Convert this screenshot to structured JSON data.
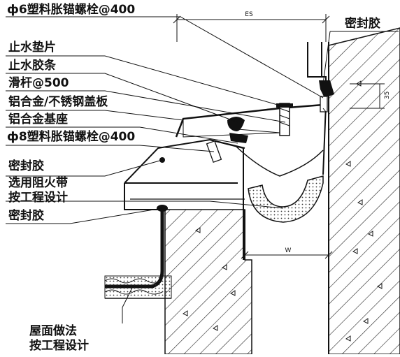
{
  "labels": {
    "anchor_bolt_6": "ф6塑料胀锚螺栓@400",
    "waterstop_gasket": "止水垫片",
    "waterstop_strip": "止水胶条",
    "slide_bar": "滑杆@500",
    "cover_plate": "铝合金/不锈钢盖板",
    "base_seat": "铝合金基座",
    "anchor_bolt_8": "ф8塑料胀锚螺栓@400",
    "sealant_left_upper": "密封胶",
    "fire_belt_line1": "选用阻火带",
    "fire_belt_line2": "按工程设计",
    "sealant_left_lower": "密封胶",
    "roof_line1": "屋面做法",
    "roof_line2": "按工程设计",
    "sealant_right": "密封胶"
  },
  "dimensions": {
    "es": "ES",
    "w": "W",
    "d35": "35"
  },
  "colors": {
    "ink": "#111111",
    "sheet": "#ffffff"
  }
}
